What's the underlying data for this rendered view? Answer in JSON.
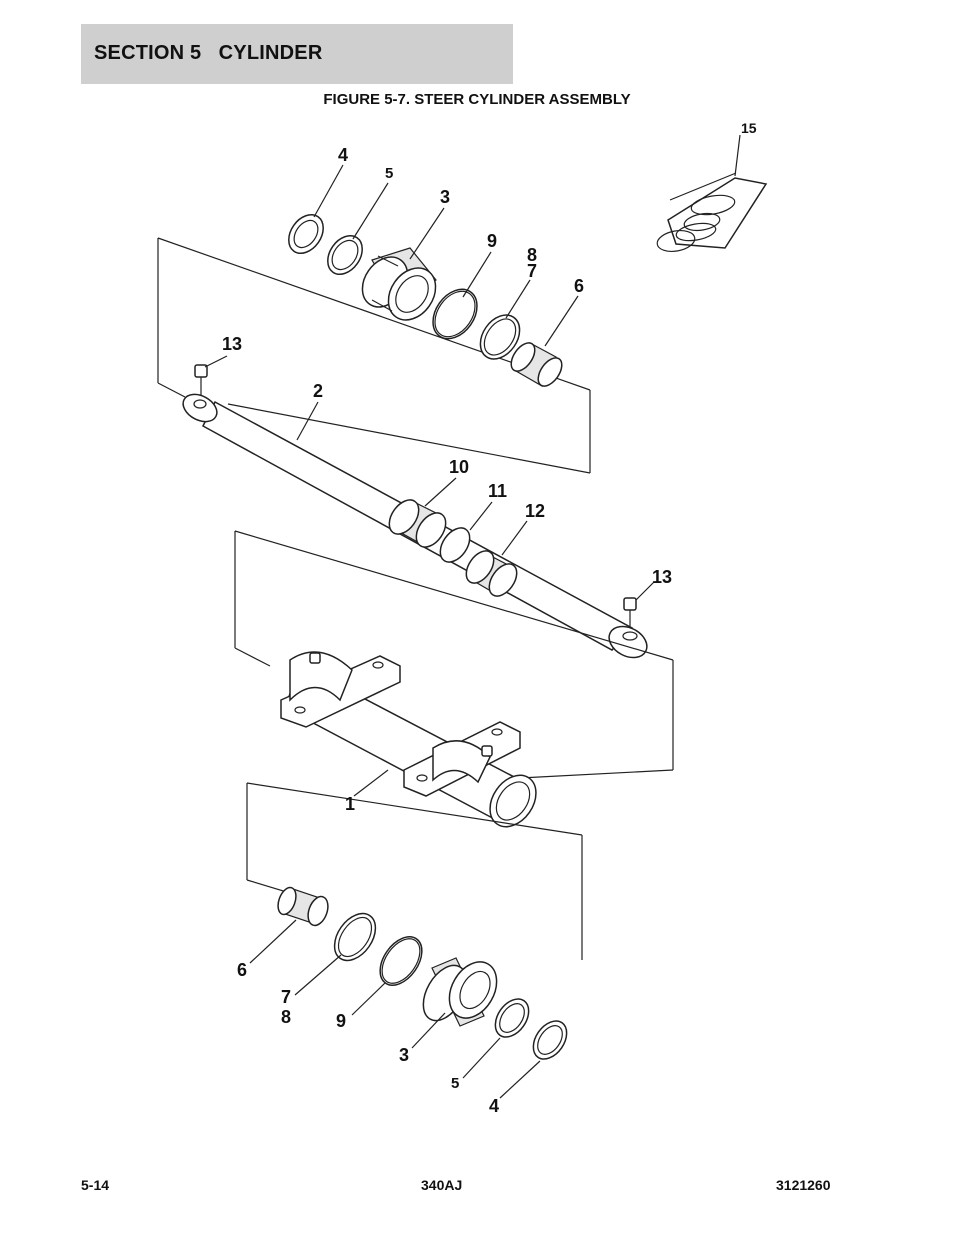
{
  "header": {
    "section_title": "SECTION 5   CYLINDER"
  },
  "figure": {
    "title": "FIGURE 5-7. STEER CYLINDER ASSEMBLY"
  },
  "callouts": {
    "c15": "15",
    "c4_top": "4",
    "c5_top": "5",
    "c3_top": "3",
    "c9_top": "9",
    "c8_top": "8",
    "c7_top": "7",
    "c6_top": "6",
    "c13_left": "13",
    "c2": "2",
    "c10": "10",
    "c11": "11",
    "c12": "12",
    "c13_right": "13",
    "c1": "1",
    "c6_bot": "6",
    "c7_bot": "7",
    "c8_bot": "8",
    "c9_bot": "9",
    "c3_bot": "3",
    "c5_bot": "5",
    "c4_bot": "4"
  },
  "footer": {
    "page": "5-14",
    "model": "340AJ",
    "doc_number": "3121260"
  }
}
